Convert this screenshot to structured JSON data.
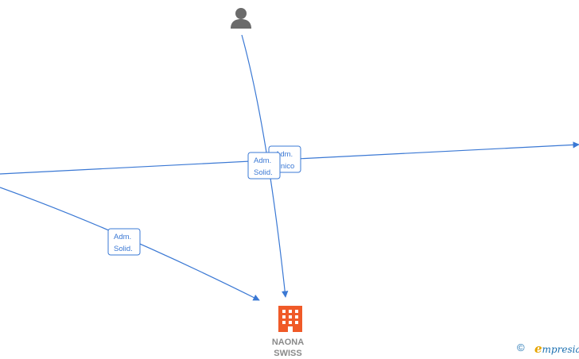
{
  "edges": [
    {
      "id": "e1",
      "label_lines": [
        "Adm.",
        "Solid."
      ]
    },
    {
      "id": "e2",
      "label_lines": [
        "Adm.",
        "Unico"
      ]
    },
    {
      "id": "e3",
      "label_lines": [
        "Adm.",
        "Solid."
      ]
    }
  ],
  "company": {
    "name_line1": "NAONA",
    "name_line2": "SWISS",
    "icon": "building-icon",
    "color": "#f05a28"
  },
  "person": {
    "icon": "person-icon",
    "color": "#6b6b6b"
  },
  "edge_color": "#3a78d4",
  "footer": {
    "copyright_symbol": "©",
    "brand_initial": "e",
    "brand_rest": "mpresia"
  }
}
